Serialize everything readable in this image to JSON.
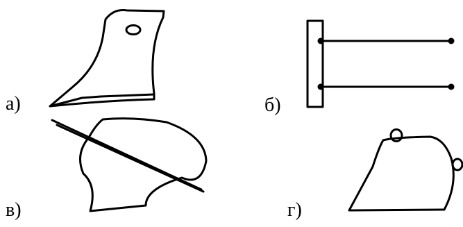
{
  "labels": {
    "a": "а)",
    "b": "б)",
    "v": "в)",
    "g": "г)"
  },
  "colors": {
    "stroke": "#000000",
    "background": "#ffffff"
  }
}
